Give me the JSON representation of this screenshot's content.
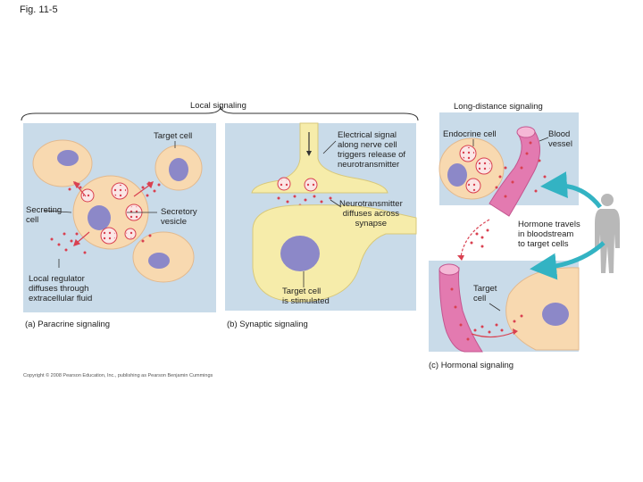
{
  "figure": {
    "label": "Fig. 11-5",
    "copyright": "Copyright © 2008 Pearson Education, Inc., publishing as Pearson Benjamin Cummings"
  },
  "headers": {
    "local": "Local signaling",
    "long_distance": "Long-distance signaling"
  },
  "paracrine": {
    "target_cell": "Target cell",
    "secreting_cell": "Secreting\ncell",
    "secretory_vesicle": "Secretory\nvesicle",
    "local_regulator": "Local regulator\ndiffuses through\nextracellular fluid",
    "caption": "(a) Paracrine signaling"
  },
  "synaptic": {
    "electrical_signal": "Electrical signal\nalong nerve cell\ntriggers release of\nneurotransmitter",
    "neurotransmitter": "Neurotransmitter\ndiffuses across\nsynapse",
    "target_stimulated": "Target cell\nis stimulated",
    "caption": "(b) Synaptic signaling"
  },
  "hormonal": {
    "endocrine_cell": "Endocrine cell",
    "blood_vessel": "Blood\nvessel",
    "hormone_travels": "Hormone travels\nin bloodstream\nto target cells",
    "target_cell": "Target\ncell",
    "caption": "(c) Hormonal signaling"
  },
  "colors": {
    "panel_bg": "#c9dbe9",
    "cell_fill": "#f8d9b0",
    "nucleus": "#8c88c8",
    "neuron": "#f6ecaa",
    "signal_dot": "#d94050",
    "vessel": "#e37ab0",
    "arrow_teal": "#33b3c3"
  }
}
